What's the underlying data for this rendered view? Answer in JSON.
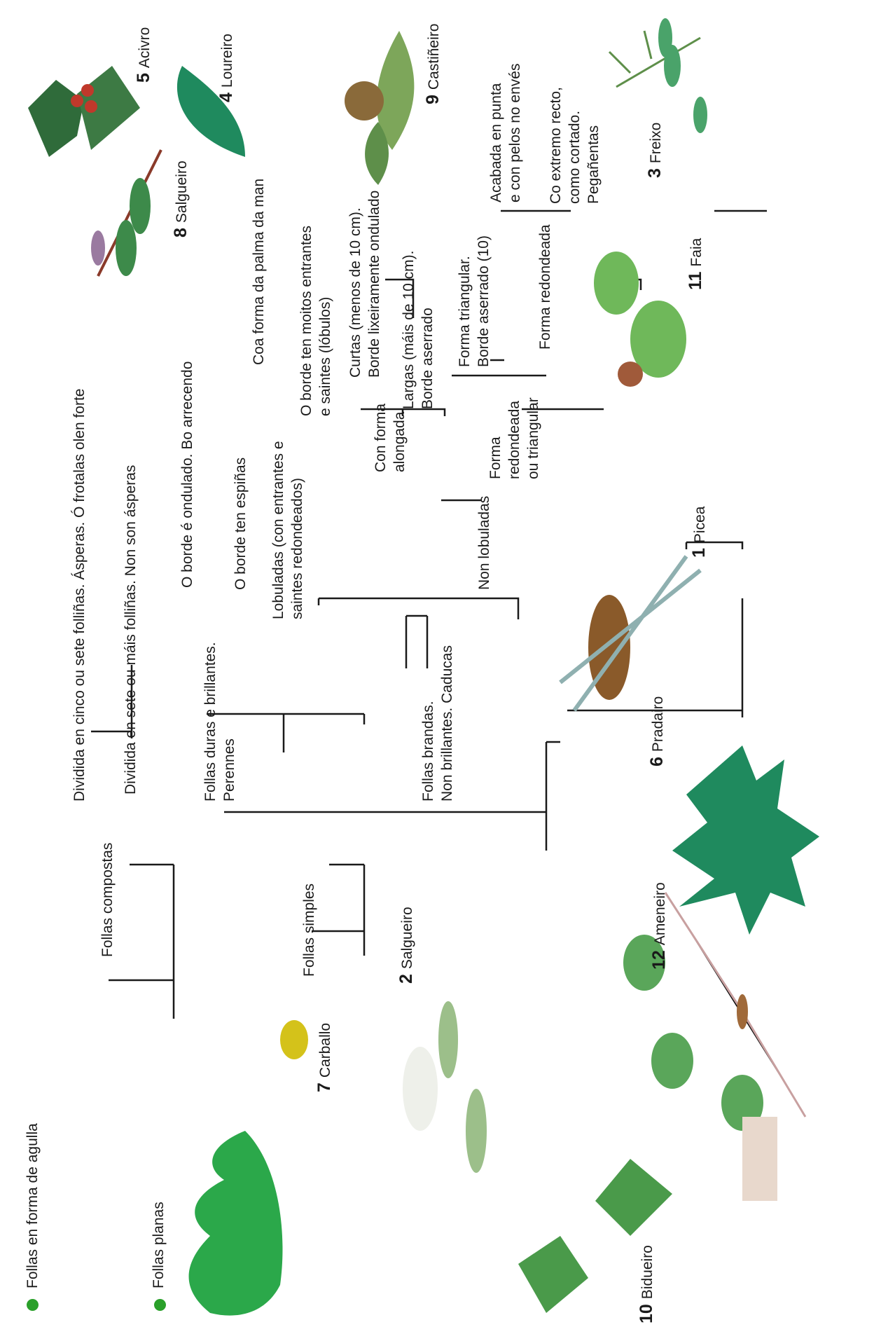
{
  "roots": [
    {
      "label": "Follas en forma de agulla"
    },
    {
      "label": "Follas planas"
    }
  ],
  "nodes": {
    "compostas": "Follas compostas",
    "simples": "Follas simples",
    "cinco_sete": "Dividida en cinco ou sete folliñas. Ásperas. Ó frotalas olen forte",
    "sete_mais": "Dividida en sete ou máis folliñas. Non son ásperas",
    "duras": "Follas duras e brillantes.\nPerennes",
    "brandas": "Follas brandas.\nNon brillantes. Caducas",
    "ondulado": "O borde é ondulado. Bo arrecendo",
    "espinas": "O borde ten espiñas",
    "lobuladas": "Lobuladas (con entrantes e\nsaintes redondeados)",
    "non_lobuladas": "Non lobuladas",
    "palma": "Coa forma da palma da man",
    "lobulos": "O borde ten moitos entrantes\ne saintes (lóbulos)",
    "alongada": "Con forma\nalongada",
    "redondeada_triangular": "Forma\nredondeada\nou triangular",
    "curtas": "Curtas (menos de 10 cm).\nBorde lixeiramente ondulado",
    "largas": "Largas (máis de 10 cm).\nBorde aserrado",
    "triangular": "Forma triangular.\nBorde aserrado (10)",
    "redondeada": "Forma redondeada",
    "acabada_punta": "Acabada en punta\ne con pelos no envés",
    "extremo_recto": "Co extremo recto,\ncomo cortado.\nPegañentas"
  },
  "species": [
    {
      "num": "1",
      "name": "Picea"
    },
    {
      "num": "2",
      "name": "Salgueiro"
    },
    {
      "num": "3",
      "name": "Freixo"
    },
    {
      "num": "4",
      "name": "Loureiro"
    },
    {
      "num": "5",
      "name": "Acivro"
    },
    {
      "num": "6",
      "name": "Pradairo"
    },
    {
      "num": "7",
      "name": "Carballo"
    },
    {
      "num": "8",
      "name": "Salgueiro"
    },
    {
      "num": "9",
      "name": "Castiñeiro"
    },
    {
      "num": "10",
      "name": "Bidueiro"
    },
    {
      "num": "11",
      "name": "Faia"
    },
    {
      "num": "12",
      "name": "Ameneiro"
    }
  ],
  "colors": {
    "bullet": "#2aa02a",
    "leaf_dark": "#1f8a5e",
    "leaf_light": "#6fb85a",
    "bracket": "#1a1a1a"
  },
  "icons": [
    "bullet-dot",
    "holly-illustration",
    "laurel-leaf-illustration",
    "chestnut-illustration",
    "ash-illustration",
    "willow-illustration",
    "beech-illustration",
    "spruce-cone-illustration",
    "maple-leaf-illustration",
    "alder-illustration",
    "oak-leaf-illustration",
    "birch-illustration"
  ]
}
